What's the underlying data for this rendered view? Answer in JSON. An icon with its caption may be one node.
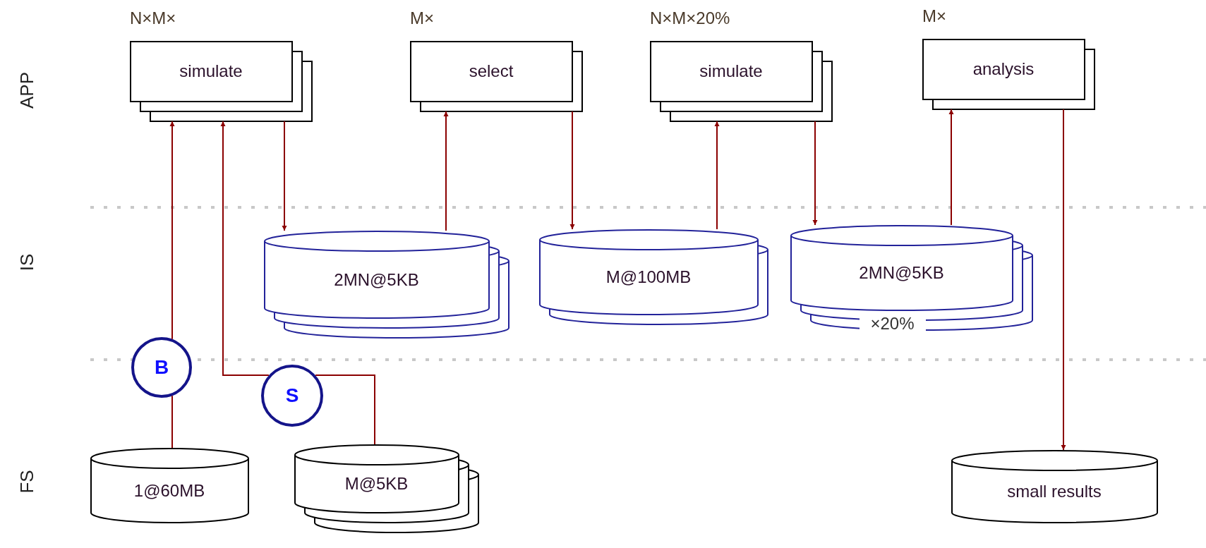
{
  "diagram": {
    "nodes": [
      {
        "text": [
          "simulate"
        ],
        "beside": [
          "N×M×"
        ]
      },
      {
        "text": [
          "select"
        ],
        "beside": [
          "M×"
        ]
      },
      {
        "text": [
          "simulate"
        ],
        "beside": [
          "N×M×20%"
        ]
      },
      {
        "text": [
          "analysis"
        ],
        "beside": [
          "M×"
        ]
      },
      {
        "text": [
          "2MN@5KB"
        ]
      },
      {
        "text": [
          "M@100MB"
        ]
      },
      {
        "text": [
          "2MN@5KB",
          "×20%"
        ]
      },
      {
        "text": [
          "B"
        ]
      },
      {
        "text": [
          "S"
        ]
      },
      {
        "text": [
          "1@60MB"
        ]
      },
      {
        "text": [
          "M@5KB"
        ]
      },
      {
        "text": [
          "small results"
        ]
      }
    ],
    "edges": [
      {
        "from": 9,
        "to": 7,
        "arrow": "none"
      },
      {
        "from": 7,
        "to": 0,
        "arrow": "to"
      },
      {
        "from": 10,
        "to": 8,
        "arrow": "none"
      },
      {
        "from": 8,
        "to": 0,
        "arrow": "to"
      },
      {
        "from": 0,
        "to": 4,
        "arrow": "to"
      },
      {
        "from": 4,
        "to": 1,
        "arrow": "to"
      },
      {
        "from": 1,
        "to": 5,
        "arrow": "to"
      },
      {
        "from": 5,
        "to": 2,
        "arrow": "to"
      },
      {
        "from": 2,
        "to": 6,
        "arrow": "to"
      },
      {
        "from": 6,
        "to": 3,
        "arrow": "to"
      },
      {
        "from": 3,
        "to": 11,
        "arrow": "to"
      }
    ],
    "labels": [
      "APP",
      "IS",
      "FS"
    ]
  }
}
